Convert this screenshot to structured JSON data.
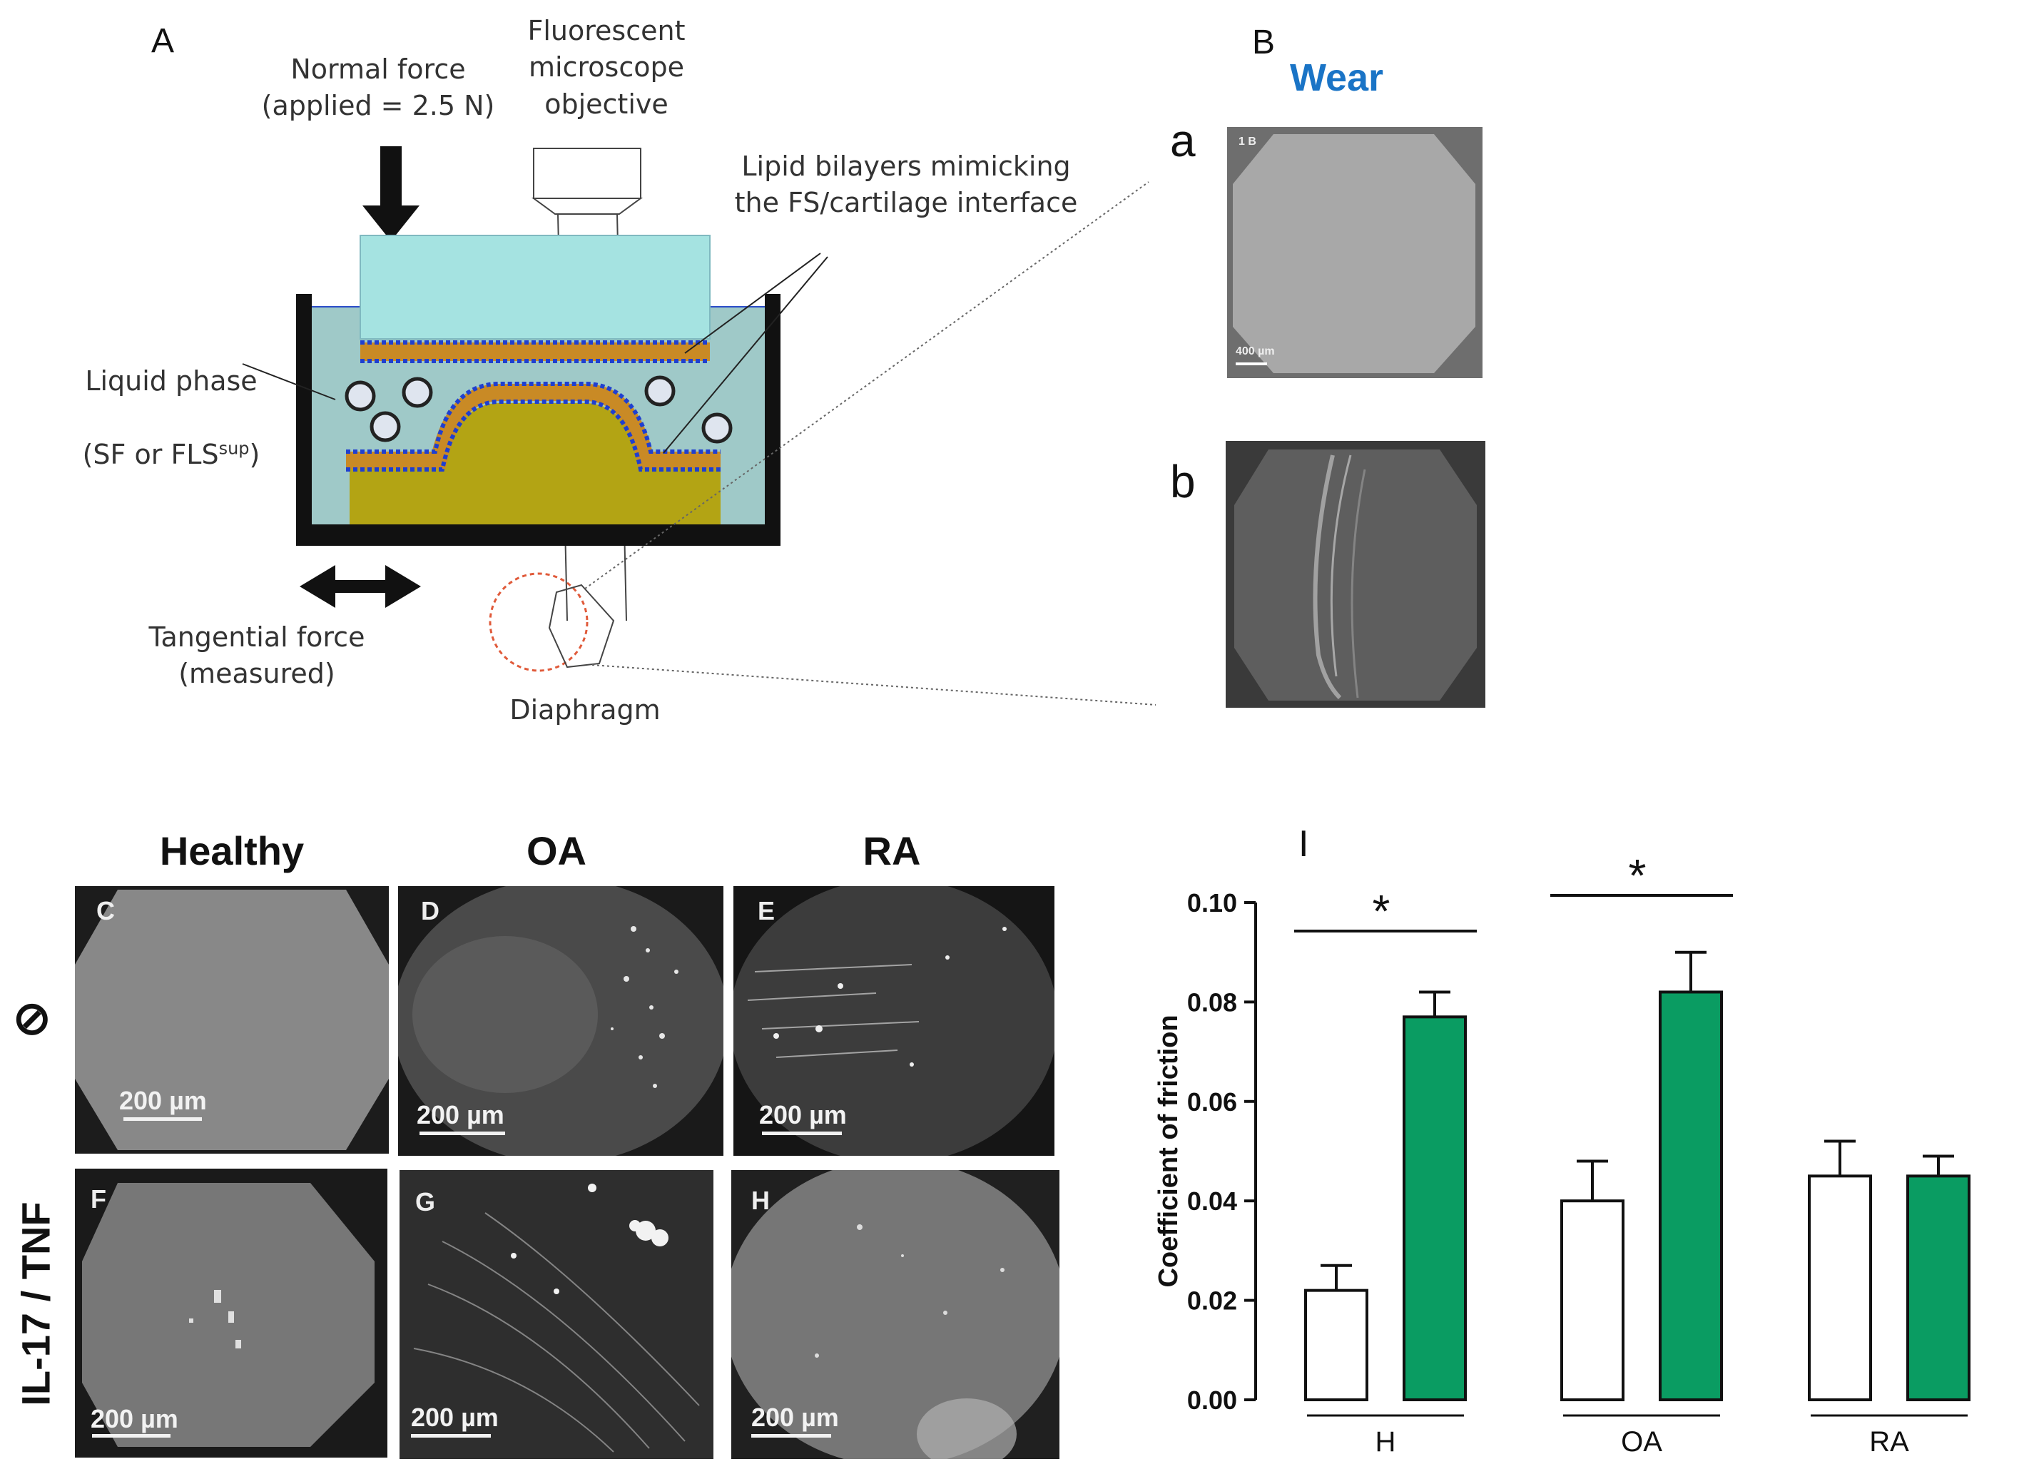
{
  "panel_A": {
    "letter": "A",
    "normal_force": "Normal force\n(applied = 2.5 N)",
    "microscope": "Fluorescent\nmicroscope\nobjective",
    "lipid_bilayers": "Lipid bilayers mimicking\nthe FS/cartilage interface",
    "liquid_phase_main": "Liquid phase",
    "liquid_phase_sub_prefix": "(SF  or FLS",
    "liquid_phase_sup": "sup",
    "liquid_phase_suffix": ")",
    "tangential_force": "Tangential force\n(measured)",
    "diaphragm": "Diaphragm"
  },
  "panel_B": {
    "letter": "B",
    "title": "Wear",
    "sub_a": "a",
    "sub_b": "b",
    "img_a_tag": "1 B",
    "img_a_scale": "400 µm"
  },
  "micrographs": {
    "columns": [
      "Healthy",
      "OA",
      "RA"
    ],
    "rows": [
      "⊘",
      "IL-17 / TNF"
    ],
    "letters": [
      "C",
      "D",
      "E",
      "F",
      "G",
      "H"
    ],
    "scale": "200 µm"
  },
  "chart_data": {
    "type": "bar",
    "panel_letter": "I",
    "categories": [
      "H",
      "OA",
      "RA"
    ],
    "series": [
      {
        "color": "#ffffff",
        "values": [
          0.022,
          0.04,
          0.045
        ],
        "errors": [
          0.005,
          0.008,
          0.007
        ]
      },
      {
        "color": "#0a9c62",
        "values": [
          0.077,
          0.082,
          0.045
        ],
        "errors": [
          0.005,
          0.008,
          0.004
        ]
      }
    ],
    "ylabel": "Coefficient of friction",
    "ylim": [
      0,
      0.1
    ],
    "yticks": [
      "0.00",
      "0.02",
      "0.04",
      "0.06",
      "0.08",
      "0.10"
    ],
    "significance": [
      {
        "category": "H",
        "label": "*"
      },
      {
        "category": "OA",
        "label": "*"
      }
    ]
  }
}
